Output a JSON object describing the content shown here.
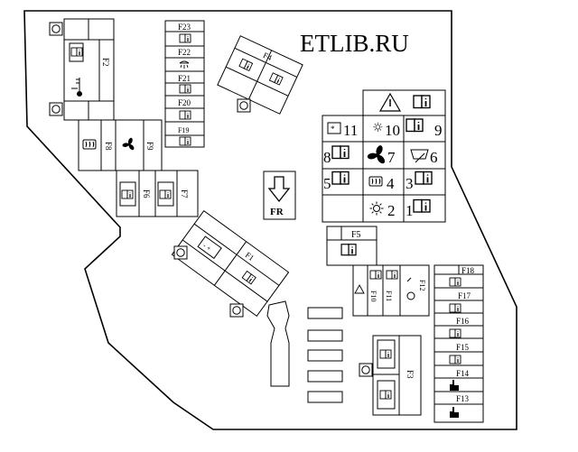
{
  "watermark": "ETLIB.RU",
  "orientation_label": "FR",
  "labels": {
    "f1": "F1",
    "f2": "F2",
    "f3": "F3",
    "f4": "F4",
    "f5": "F5",
    "f6": "F6",
    "f7": "F7",
    "f8": "F8",
    "f9": "F9",
    "f10": "F10",
    "f11": "F11",
    "f12": "F12",
    "f13": "F13",
    "f14": "F14",
    "f15": "F15",
    "f16": "F16",
    "f17": "F17",
    "f18": "F18",
    "f19": "F19",
    "f20": "F20",
    "f21": "F21",
    "f22": "F22",
    "f23": "F23"
  },
  "legend_numbers": {
    "n1": "1",
    "n2": "2",
    "n3": "3",
    "n4": "4",
    "n5": "5",
    "n6": "6",
    "n7": "7",
    "n8": "8",
    "n9": "9",
    "n10": "10",
    "n11": "11"
  },
  "icons": {
    "book_info": "book-info-icon",
    "warning": "warning-triangle-icon",
    "fan": "fan-icon",
    "sun": "sun-icon",
    "rear_defrost": "rear-defrost-icon",
    "seat_heater": "seat-heater-icon",
    "wiper": "wiper-icon",
    "interior_light": "interior-light-icon",
    "horn": "horn-icon",
    "battery": "battery-icon",
    "thermometer": "thermometer-icon",
    "screw_terminal": "screw-terminal-icon",
    "arrow_down": "arrow-down-icon"
  }
}
